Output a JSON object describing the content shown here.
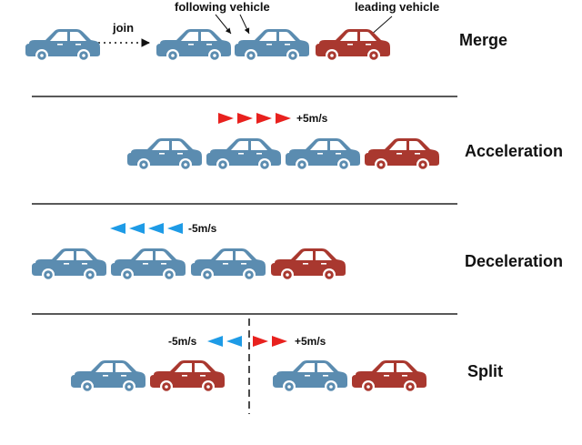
{
  "colors": {
    "blue_car": "#5b8cb0",
    "red_car": "#a9382f",
    "blue_arrow": "#1e9be6",
    "red_arrow": "#e8211e",
    "line": "#222222"
  },
  "merge": {
    "label": "Merge",
    "join_label": "join",
    "following_label": "following vehicle",
    "leading_label": "leading vehicle"
  },
  "acceleration": {
    "label": "Acceleration",
    "speed": "+5m/s"
  },
  "deceleration": {
    "label": "Deceleration",
    "speed": "-5m/s"
  },
  "split": {
    "label": "Split",
    "left_speed": "-5m/s",
    "right_speed": "+5m/s"
  },
  "icons": [
    "car-icon",
    "arrow-right-icon",
    "arrow-left-icon"
  ]
}
